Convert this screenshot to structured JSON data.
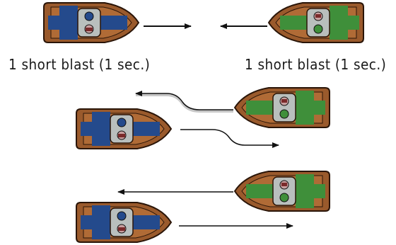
{
  "labels": {
    "left": "1 short blast (1 sec.)",
    "right": "1 short blast (1 sec.)"
  },
  "colors": {
    "hull": "#9a5a2c",
    "hull_outline": "#2a1508",
    "blue_deck": "#244a8c",
    "green_deck": "#3f8f3a",
    "cabin": "#b9bfbd",
    "arrow": "#111111",
    "passing_lane": "#c8c8c8"
  },
  "boats": [
    {
      "name": "blue-boat",
      "heading": "right"
    },
    {
      "name": "green-boat",
      "heading": "left"
    }
  ]
}
